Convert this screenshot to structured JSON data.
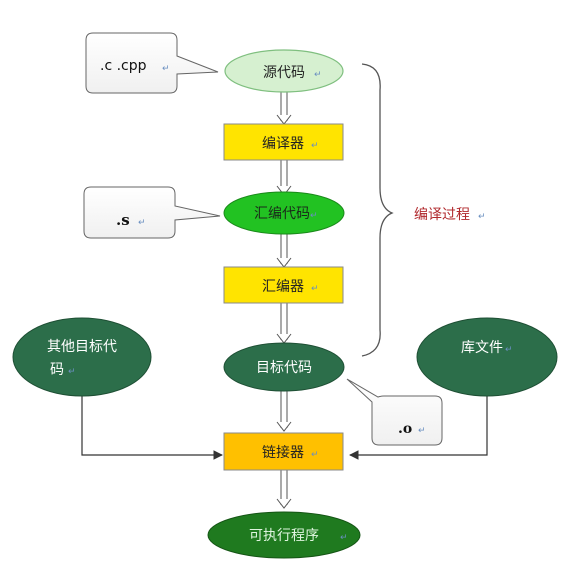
{
  "nodes": {
    "source_code": "源代码",
    "compiler": "编译器",
    "asm_code": "汇编代码",
    "assembler": "汇编器",
    "object_code": "目标代码",
    "other_object_line1": "其他目标代",
    "other_object_line2": "码",
    "library": "库文件",
    "linker": "链接器",
    "executable": "可执行程序"
  },
  "callouts": {
    "source_ext": ".c .cpp",
    "asm_ext": ".s",
    "object_ext": ".o"
  },
  "brace_label": "编译过程",
  "return_mark": "↵",
  "colors": {
    "light_green_fill": "#d6f0d0",
    "bright_green_fill": "#22c222",
    "dark_green_fill": "#2c6e4a",
    "yellow_fill": "#ffe400",
    "orange_fill": "#ffc000",
    "brace_label_color": "#b0282c",
    "line_color": "#333333"
  }
}
